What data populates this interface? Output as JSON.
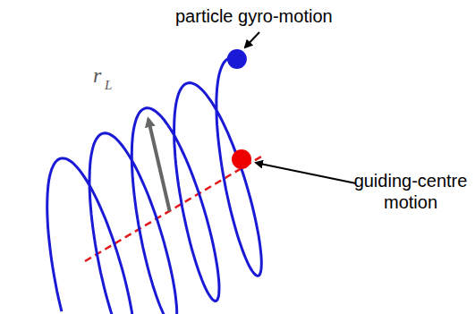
{
  "diagram": {
    "labels": [
      "particle gyro-motion",
      "guiding-centre motion",
      "r",
      "L"
    ]
  }
}
